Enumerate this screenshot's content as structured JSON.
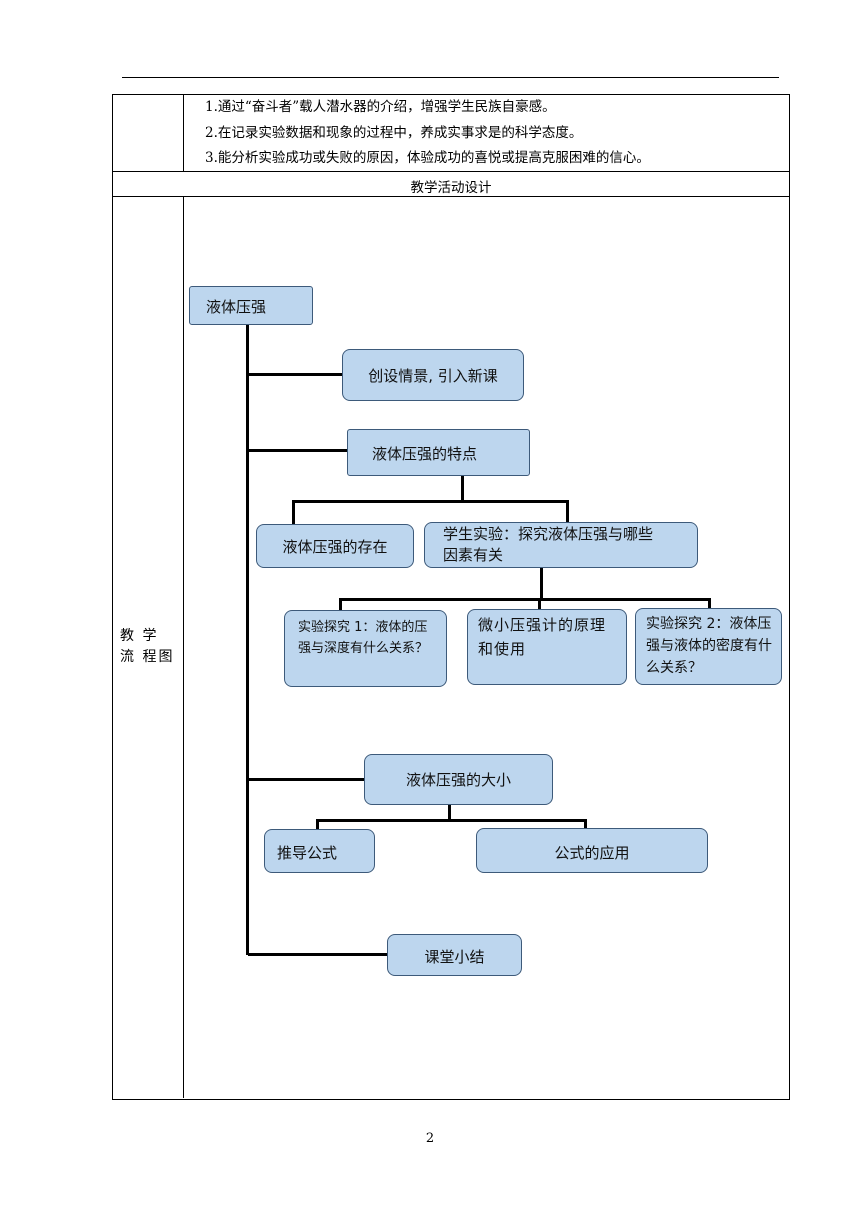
{
  "goals": [
    "1.通过“奋斗者”载人潜水器的介绍，增强学生民族自豪感。",
    "2.在记录实验数据和现象的过程中，养成实事求是的科学态度。",
    "3.能分析实验成功或失败的原因，体验成功的喜悦或提高克服困难的信心。"
  ],
  "section_title": "教学活动设计",
  "side_label": "教 学 流 程图",
  "flow": {
    "root": "液体压强",
    "intro": "创设情景, 引入新课",
    "features": "液体压强的特点",
    "existence": "液体压强的存在",
    "experiment": "学生实验：探究液体压强与哪些因素有关",
    "exp1": "实验探究 1：液体的压强与深度有什么关系？",
    "gauge": "微小压强计的原理和使用",
    "exp2": "实验探究 2：液体压强与液体的密度有什么关系？",
    "magnitude": "液体压强的大小",
    "derive": "推导公式",
    "apply": "公式的应用",
    "summary": "课堂小结"
  },
  "page_number": "2"
}
